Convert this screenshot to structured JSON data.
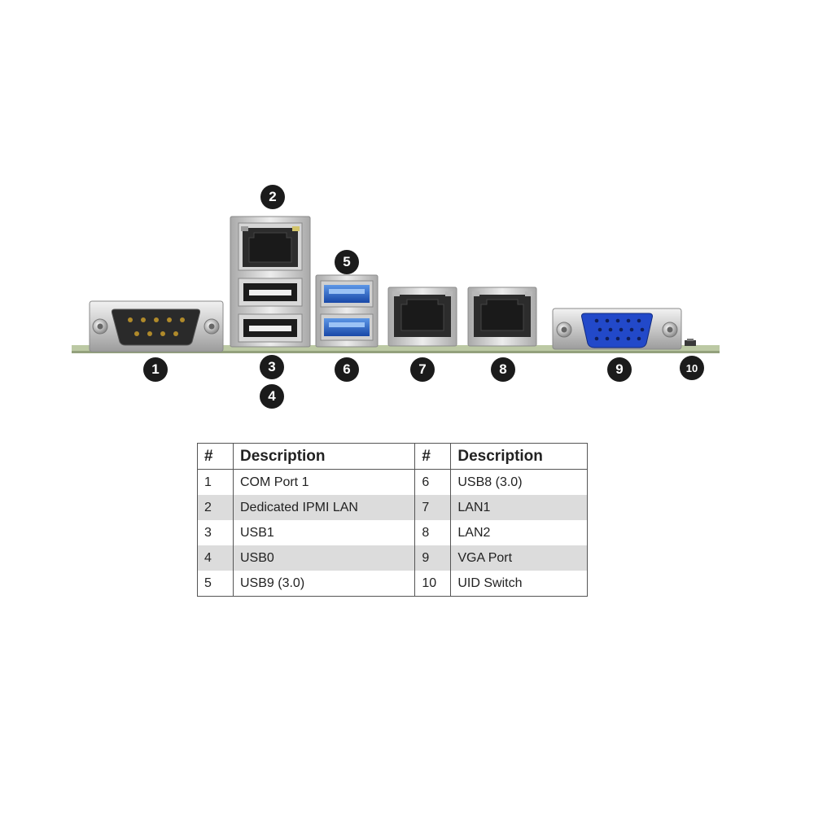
{
  "badges": [
    "1",
    "2",
    "3",
    "4",
    "5",
    "6",
    "7",
    "8",
    "9",
    "10"
  ],
  "table": {
    "headers": {
      "num_left": "#",
      "desc_left": "Description",
      "num_right": "#",
      "desc_right": "Description"
    },
    "rows": [
      {
        "n1": "1",
        "d1": "COM Port 1",
        "n2": "6",
        "d2": "USB8 (3.0)"
      },
      {
        "n1": "2",
        "d1": "Dedicated IPMI LAN",
        "n2": "7",
        "d2": "LAN1"
      },
      {
        "n1": "3",
        "d1": "USB1",
        "n2": "8",
        "d2": "LAN2"
      },
      {
        "n1": "4",
        "d1": "USB0",
        "n2": "9",
        "d2": "VGA Port"
      },
      {
        "n1": "5",
        "d1": "USB9 (3.0)",
        "n2": "10",
        "d2": "UID Switch"
      }
    ]
  },
  "colors": {
    "pcb": "#bcc9a4",
    "metal": "#c9c9c9",
    "usb3_blue": "#1f63c8",
    "vga_blue": "#2249c9",
    "badge": "#1b1b1b",
    "row_shade": "#dcdcdc"
  }
}
